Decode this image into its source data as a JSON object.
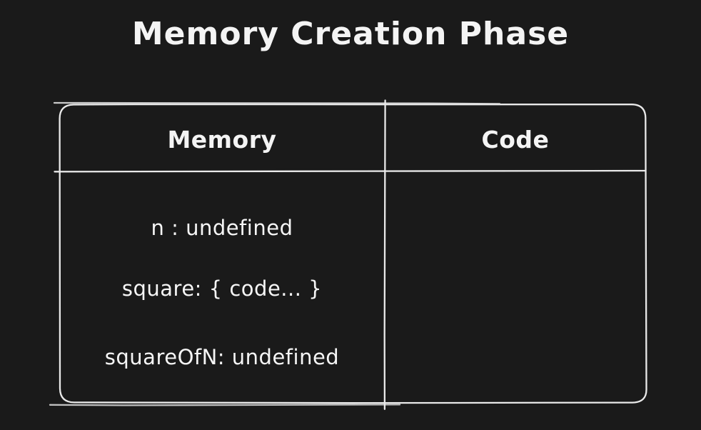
{
  "colors": {
    "background": "#1a1a1a",
    "stroke": "#e9e9e9",
    "text": "#f4f4f4"
  },
  "title": "Memory Creation Phase",
  "table": {
    "headers": {
      "memory": "Memory",
      "code": "Code"
    },
    "memory_entries": [
      "n : undefined",
      "square: { code... }",
      "squareOfN: undefined"
    ],
    "code_entries": []
  }
}
